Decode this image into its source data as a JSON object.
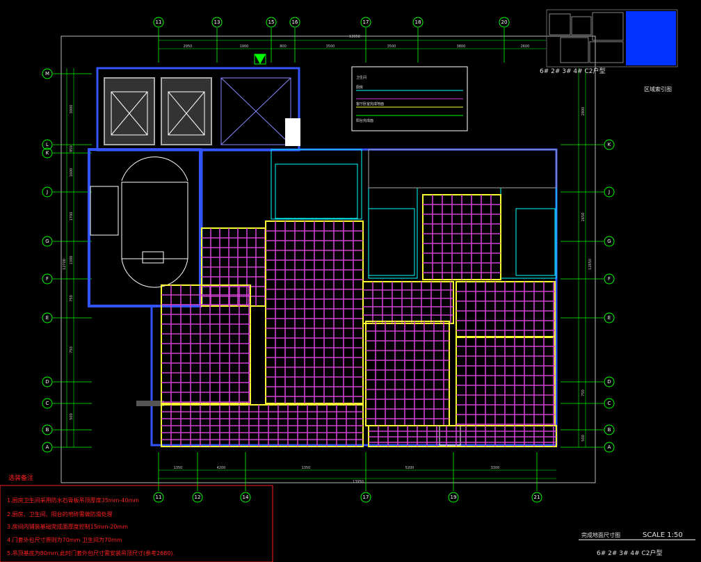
{
  "drawing": {
    "top_axes": [
      "11",
      "13",
      "15",
      "16",
      "17",
      "18",
      "20"
    ],
    "bottom_axes": [
      "11",
      "12",
      "14",
      "17",
      "19",
      "21"
    ],
    "left_axes": [
      "M",
      "L",
      "K",
      "J",
      "G",
      "F",
      "E",
      "D",
      "C",
      "B",
      "A"
    ],
    "right_axes": [
      "K",
      "J",
      "G",
      "F",
      "E",
      "D",
      "C",
      "B",
      "A"
    ],
    "top_dimensions": [
      "2950",
      "1900",
      "800",
      "3500",
      "3500",
      "3800",
      "2600"
    ],
    "top_total": "13950",
    "bottom_dimensions": [
      "1350",
      "4200",
      "1350",
      "5200",
      "3300"
    ],
    "bottom_total": "13950",
    "left_dimensions": [
      "3000",
      "950",
      "1600",
      "1700",
      "1300",
      "750",
      "750",
      "500"
    ],
    "left_total": "12700",
    "right_dimensions": [
      "2800",
      "2650",
      "750",
      "500"
    ],
    "right_total": "12650"
  },
  "key_plan": {
    "units_label": "6# 2# 3# 4# C2户型",
    "caption": "区域索引图"
  },
  "notes": {
    "title": "选装备注",
    "items": [
      "1.厨房卫生间采用防水石膏板吊顶厚度35mm-40mm",
      "2.厨房、卫生间、阳台的地砖需做防滑处理",
      "3.房间内铺装基础完成面厚度控制15mm-20mm",
      "4.门套外包尺寸原则为70mm 卫生间为70mm",
      "5.吊顶基底为80mm,此时门套外包尺寸需安装吊顶尺寸(参考2680)."
    ]
  },
  "title_block": {
    "drawing_name": "完成地面尺寸图",
    "scale": "SCALE 1:50",
    "units": "6# 2# 3# 4# C2户型"
  },
  "legend": {
    "rows": [
      "卫生间",
      "厨房",
      "客厅卧室完成地面",
      "阳台完成面"
    ]
  },
  "colors": {
    "background": "#000000",
    "axis": "#00ff00",
    "wall": "#3355ff",
    "floor_grid": "#d040d0",
    "floor_border": "#ffff30",
    "room_line": "#00ffff",
    "notes": "#ff2020",
    "key_fill": "#0033ff"
  }
}
